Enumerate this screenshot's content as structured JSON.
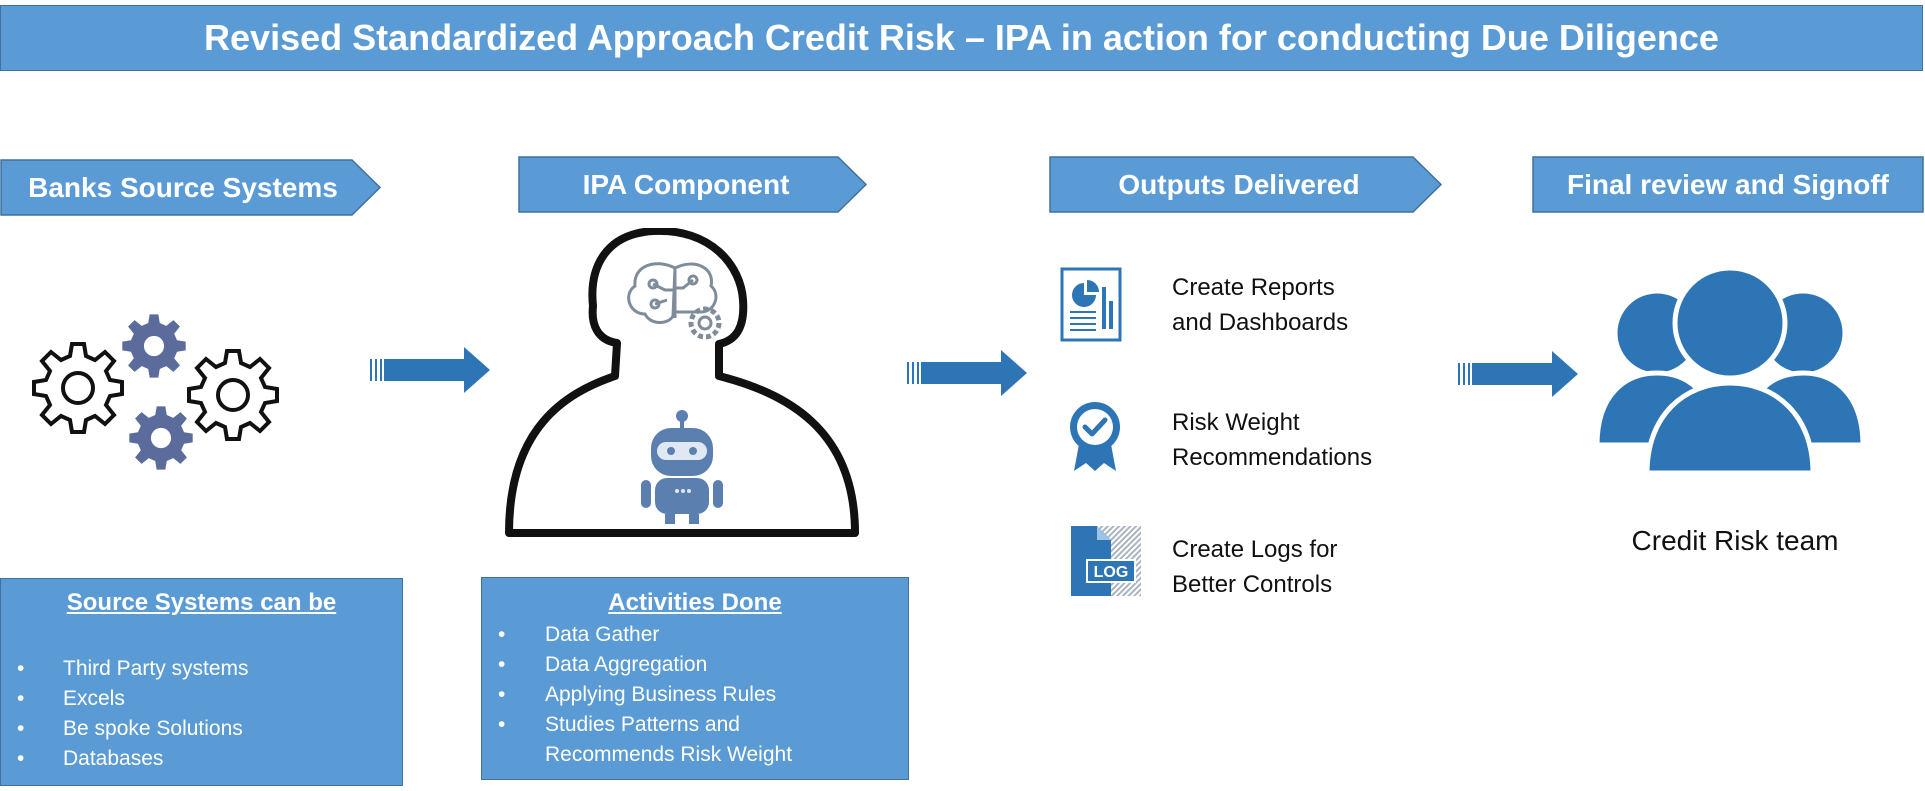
{
  "title": "Revised Standardized Approach Credit Risk – IPA in action for conducting Due Diligence",
  "stages": [
    {
      "label": "Banks Source Systems"
    },
    {
      "label": "IPA Component"
    },
    {
      "label": "Outputs Delivered"
    },
    {
      "label": "Final review and Signoff"
    }
  ],
  "source_box": {
    "heading": "Source Systems can be",
    "items": [
      "Third Party systems",
      "Excels",
      "Be spoke Solutions",
      "Databases"
    ]
  },
  "activities_box": {
    "heading": "Activities Done",
    "items": [
      "Data Gather",
      "Data Aggregation",
      "Applying Business Rules",
      "Studies Patterns and",
      "Recommends Risk Weight"
    ]
  },
  "outputs": [
    {
      "line1": "Create Reports",
      "line2": "and Dashboards",
      "icon": "report-icon"
    },
    {
      "line1": "Risk Weight",
      "line2": "Recommendations",
      "icon": "badge-check-icon"
    },
    {
      "line1": "Create Logs for",
      "line2": "Better Controls",
      "icon": "log-file-icon"
    }
  ],
  "log_icon_text": "LOG",
  "team_label": "Credit Risk team",
  "colors": {
    "accent": "#5b9bd5",
    "border": "#41719c",
    "icon_blue": "#2e75b6",
    "gear_blue": "#5a6b9c"
  }
}
